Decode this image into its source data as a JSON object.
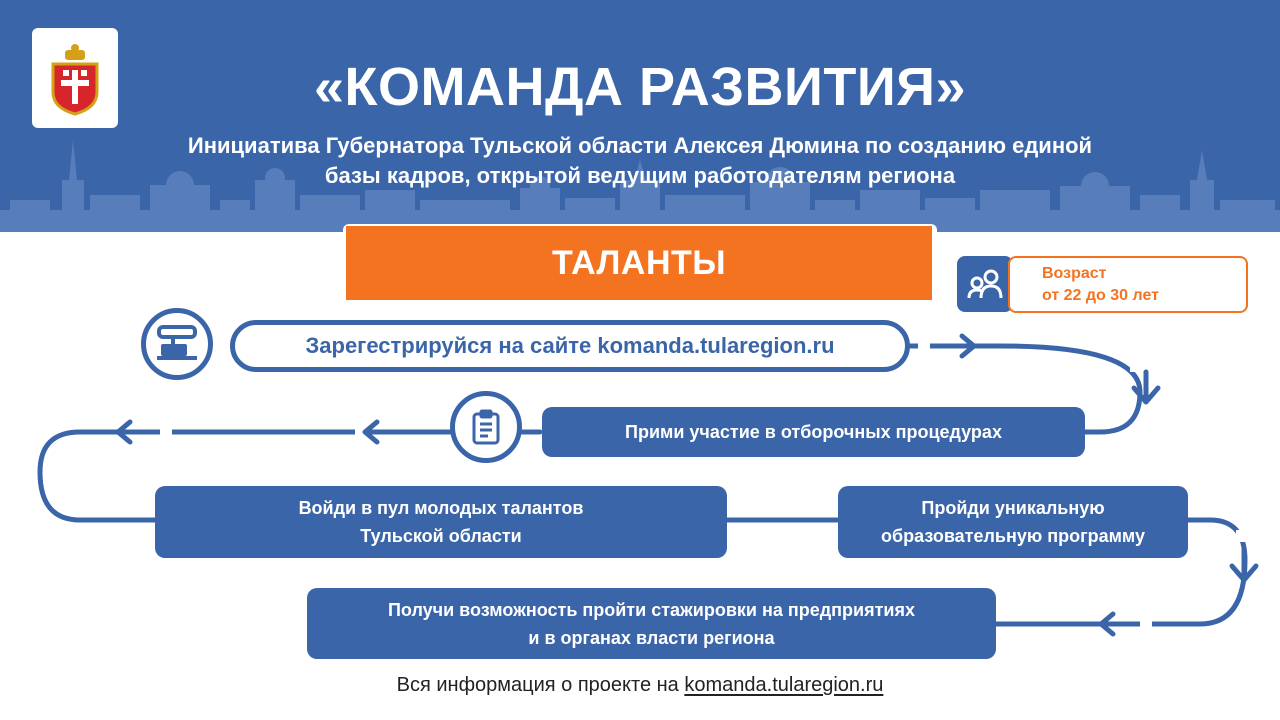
{
  "header": {
    "title": "«КОМАНДА РАЗВИТИЯ»",
    "subtitle_line1": "Инициатива  Губернатора Тульской области Алексея Дюмина по созданию единой",
    "subtitle_line2": "базы кадров, открытой ведущим работодателям региона"
  },
  "section": {
    "title": "ТАЛАНТЫ"
  },
  "age": {
    "label": "Возраст",
    "range": "от 22 до 30 лет"
  },
  "steps": {
    "register": "Зарегестрируйся на сайте komanda.tularegion.ru",
    "selection": "Прими участие в отборочных процедурах",
    "program_line1": "Пройди уникальную",
    "program_line2": "образовательную программу",
    "pool_line1": "Войди в пул молодых талантов",
    "pool_line2": "Тульской области",
    "internship_line1": "Получи возможность пройти стажировки на предприятиях",
    "internship_line2": "и в органах власти региона"
  },
  "footer": {
    "text": "Вся информация о проекте на ",
    "link": "komanda.tularegion.ru"
  },
  "colors": {
    "primary_blue": "#3b65a9",
    "accent_orange": "#f37321",
    "skyline": "#6f92c8"
  },
  "icons": [
    "coat-of-arms-emblem",
    "people-icon",
    "computer-icon",
    "clipboard-icon",
    "arrow-right-icon",
    "arrow-left-icon",
    "arrow-down-icon"
  ]
}
